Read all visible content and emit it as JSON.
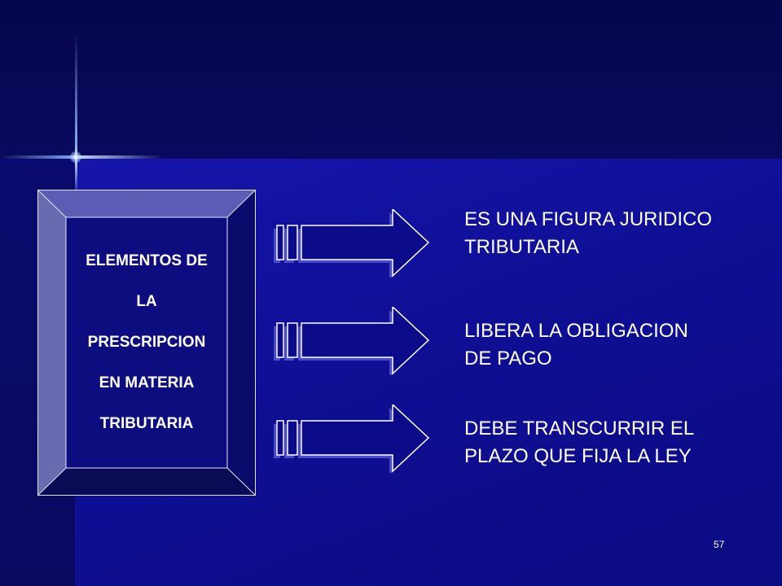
{
  "slide": {
    "box_lines": [
      "ELEMENTOS DE",
      "LA",
      "PRESCRIPCION",
      "EN MATERIA",
      "TRIBUTARIA"
    ],
    "items": [
      {
        "line1": "ES UNA FIGURA JURIDICO",
        "line2": "TRIBUTARIA"
      },
      {
        "line1": "LIBERA LA OBLIGACION",
        "line2": "DE PAGO"
      },
      {
        "line1": "DEBE TRANSCURRIR EL",
        "line2": "PLAZO QUE FIJA LA LEY"
      }
    ],
    "page_number": "57"
  },
  "colors": {
    "background": "#0c0c8a",
    "frame_light": "#6a6ab0",
    "frame_dark": "#0a0a55",
    "text": "#ffffff"
  },
  "icons": [
    "sparkle-icon",
    "arrow-right-icon"
  ]
}
